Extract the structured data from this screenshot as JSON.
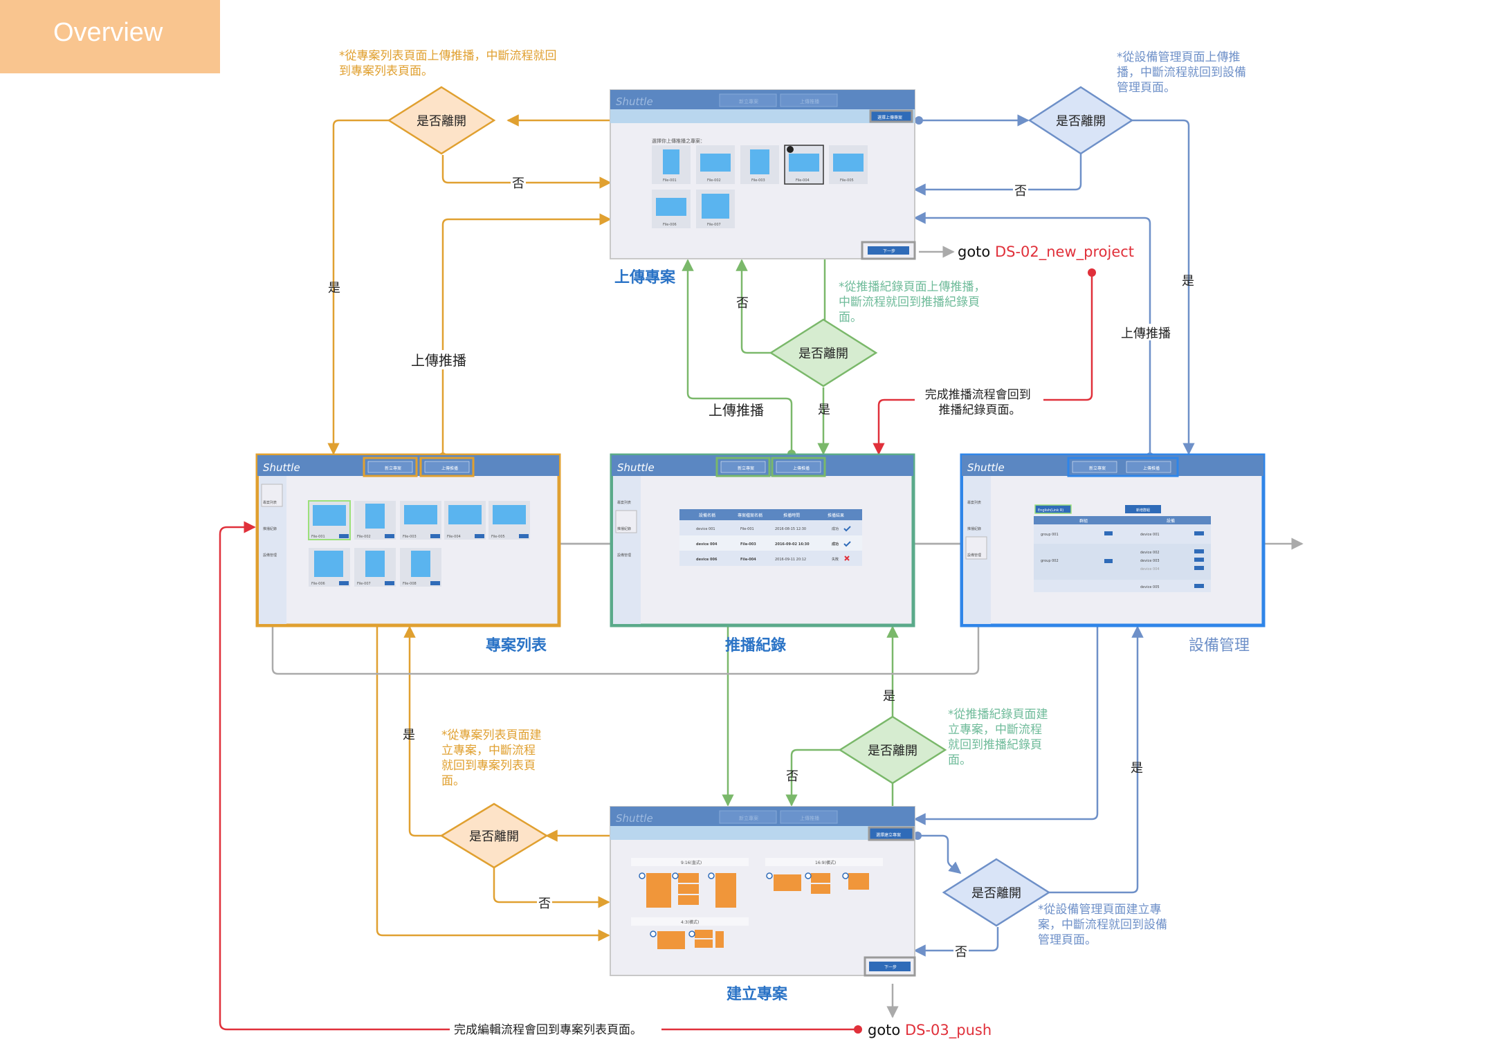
{
  "header": {
    "title": "Overview"
  },
  "screens": {
    "upload": {
      "title": "上傳專案",
      "logo": "Shuttle",
      "tabs": [
        "新立專案",
        "上傳推播"
      ],
      "action_button": "選擇上傳專案",
      "prompt": "選擇你上傳推播之專案：",
      "files": [
        "File-001",
        "File-002",
        "File-003",
        "File-004",
        "File-005",
        "File-006",
        "File-007"
      ],
      "next_button": "下一步"
    },
    "project_list": {
      "title": "專案列表",
      "logo": "Shuttle",
      "tabs": [
        "新立專案",
        "上傳推播"
      ],
      "side_items": [
        "專案列表",
        "推播紀錄",
        "設備管理"
      ],
      "files": [
        "File-001",
        "File-002",
        "File-003",
        "File-004",
        "File-005",
        "File-006",
        "File-007",
        "File-008"
      ]
    },
    "push_log": {
      "title": "推播紀錄",
      "logo": "Shuttle",
      "tabs": [
        "新立專案",
        "上傳推播"
      ],
      "side_items": [
        "專案列表",
        "推播紀錄",
        "設備管理"
      ],
      "columns": [
        "設備名稱",
        "專案檔案名稱",
        "推播時間",
        "推播結果"
      ],
      "rows": [
        [
          "device 001",
          "File-001",
          "2016-08-15  12:30",
          "成功"
        ],
        [
          "device 004",
          "File-003",
          "2016-09-02  16:30",
          "成功"
        ],
        [
          "device 006",
          "File-004",
          "2016-09-11  20:12",
          "失敗"
        ]
      ]
    },
    "device_mgmt": {
      "title": "設備管理",
      "logo": "Shuttle",
      "tabs": [
        "新立專案",
        "上傳推播"
      ],
      "side_items": [
        "專案列表",
        "推播紀錄",
        "設備管理"
      ],
      "search": "English(Link R)",
      "add_button": "新增群組",
      "columns": [
        "群組",
        "設備"
      ],
      "groups": [
        {
          "name": "group 001",
          "devices": [
            "device 001"
          ]
        },
        {
          "name": "group 002",
          "devices": [
            "device 002",
            "device 003",
            "device 004"
          ]
        },
        {
          "name": "",
          "devices": [
            "device 005"
          ]
        }
      ]
    },
    "create": {
      "title": "建立專案",
      "logo": "Shuttle",
      "tabs": [
        "新立專案",
        "上傳推播"
      ],
      "action_button": "選擇建立專案",
      "layout_groups": [
        "9:16(直式)",
        "16:9(橫式)",
        "4:3(橫式)"
      ],
      "next_button": "下一步"
    }
  },
  "decisions": [
    "是否離開",
    "是否離開",
    "是否離開",
    "是否離開",
    "是否離開",
    "是否離開"
  ],
  "labels": {
    "yes": "是",
    "no": "否",
    "upload_push": "上傳推播",
    "goto_new_project_prefix": "goto ",
    "goto_new_project_target": "DS-02_new_project",
    "goto_push_prefix": "goto ",
    "goto_push_target": "DS-03_push",
    "finish_push": [
      "完成推播流程會回到",
      "推播紀錄頁面。"
    ],
    "finish_edit": "完成編輯流程會回到專案列表頁面。"
  },
  "notes": {
    "project_upload": [
      "*從專案列表頁面上傳推播，中斷流程就回",
      "到專案列表頁面。"
    ],
    "device_upload": [
      "*從設備管理頁面上傳推",
      "播，中斷流程就回到設備",
      "管理頁面。"
    ],
    "log_upload": [
      "*從推播紀錄頁面上傳推播，",
      "中斷流程就回到推播紀錄頁",
      "面。"
    ],
    "log_create": [
      "*從推播紀錄頁面建",
      "立專案，中斷流程",
      "就回到推播紀錄頁",
      "面。"
    ],
    "project_create": [
      "*從專案列表頁面建",
      "立專案，中斷流程",
      "就回到專案列表頁",
      "面。"
    ],
    "device_create": [
      "*從設備管理頁面建立專",
      "案，中斷流程就回到設備",
      "管理頁面。"
    ]
  },
  "colors": {
    "orange": "#e0a030",
    "blue": "#6e90c8",
    "green": "#7ab86a",
    "gray": "#aaaaaa",
    "red": "#e0303a",
    "screen_header": "#5b87c2",
    "title_blue": "#2a73c6"
  }
}
